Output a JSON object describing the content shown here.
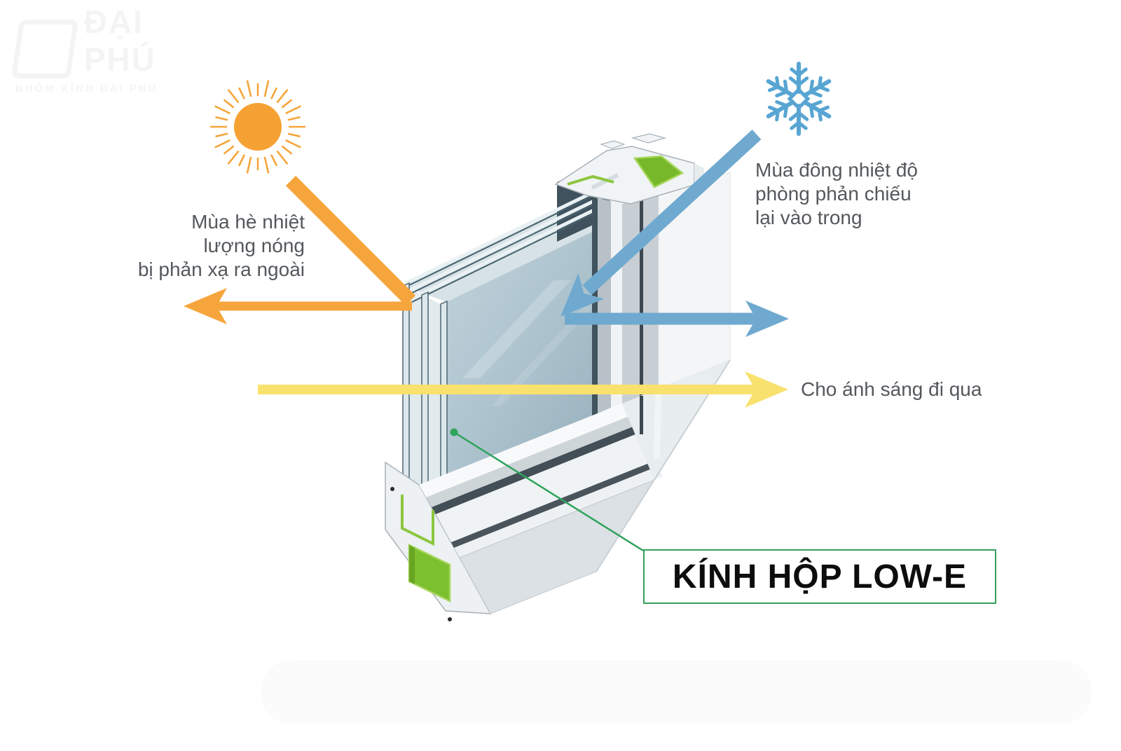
{
  "watermark": {
    "title": "ĐẠI PHÚ",
    "subtitle": "NHÔM KÍNH ĐẠI PHÚ"
  },
  "labels": {
    "summer": {
      "lines": [
        "Mùa hè nhiệt",
        "lượng nóng",
        "bị phản xạ ra ngoài"
      ]
    },
    "winter": {
      "lines": [
        "Mùa đông nhiệt độ",
        "phòng phản chiếu",
        "lại vào trong"
      ]
    },
    "light": "Cho ánh sáng đi qua",
    "product": "KÍNH HỘP LOW-E"
  },
  "icons": {
    "sun": "sun-icon",
    "snowflake": "snowflake-icon"
  },
  "colors": {
    "summer_orange": "#F6A53C",
    "winter_blue": "#6FA9CF",
    "snowflake_blue": "#58A5D3",
    "light_yellow": "#F9E16E",
    "leader_green": "#2FA45C",
    "box_border_green": "#35A05C",
    "chamber_green": "#7CBF2F",
    "glass_blue_gray": "#A7BEC9",
    "frame_white": "#F1F4F6",
    "text_gray": "#54585C"
  }
}
